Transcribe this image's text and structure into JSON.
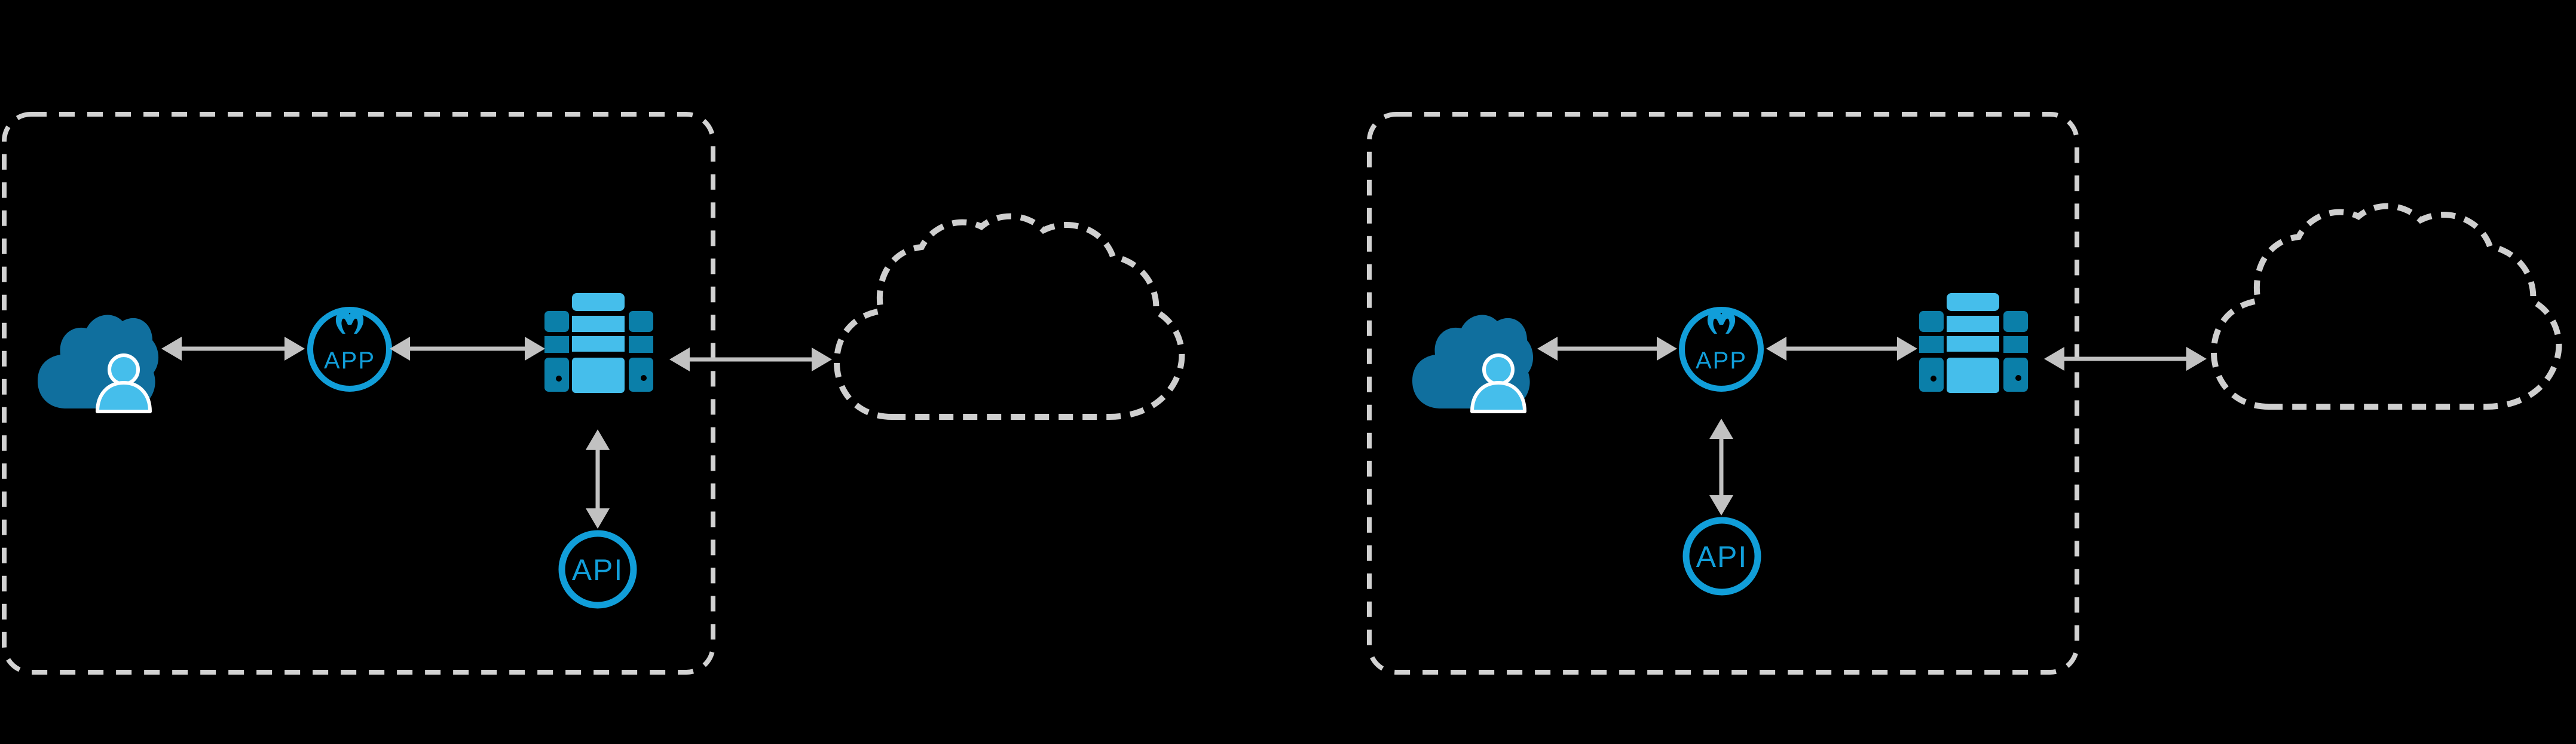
{
  "page": {
    "background": "#000000",
    "description": "Architecture diagram: two dashed boundary zones, each with a user cloud, a Mule APP node and a server stack, linked to an external dashed cloud; an API node hangs below."
  },
  "colors": {
    "background": "#000000",
    "dark_blue": "#106F9E",
    "server_side_blue": "#0B7FA9",
    "light_blue": "#45BEEB",
    "accent_blue": "#119ED9",
    "arrow_gray": "#C1C1C1",
    "boundary_dash_gray": "#D2D2D2",
    "cloud_dash_gray": "#CFCFCF",
    "white": "#FFFFFF"
  },
  "icons": {
    "user_cloud": "cloud-user-icon",
    "mule_app": "mule-app-icon",
    "server": "server-stack-icon",
    "api": "api-circle-icon",
    "external_cloud": "dashed-cloud-icon",
    "arrow": "double-headed-arrow-icon"
  },
  "left_group": {
    "boundary": "dashed rounded rectangle",
    "app_label": "APP",
    "api_label": "API",
    "connections": [
      "user-cloud <-> app",
      "app <-> server",
      "server <-> external-cloud",
      "server <-> api"
    ]
  },
  "right_group": {
    "boundary": "dashed rounded rectangle",
    "app_label": "APP",
    "api_label": "API",
    "connections": [
      "user-cloud <-> app",
      "app <-> server",
      "server <-> external-cloud",
      "app <-> api"
    ]
  }
}
